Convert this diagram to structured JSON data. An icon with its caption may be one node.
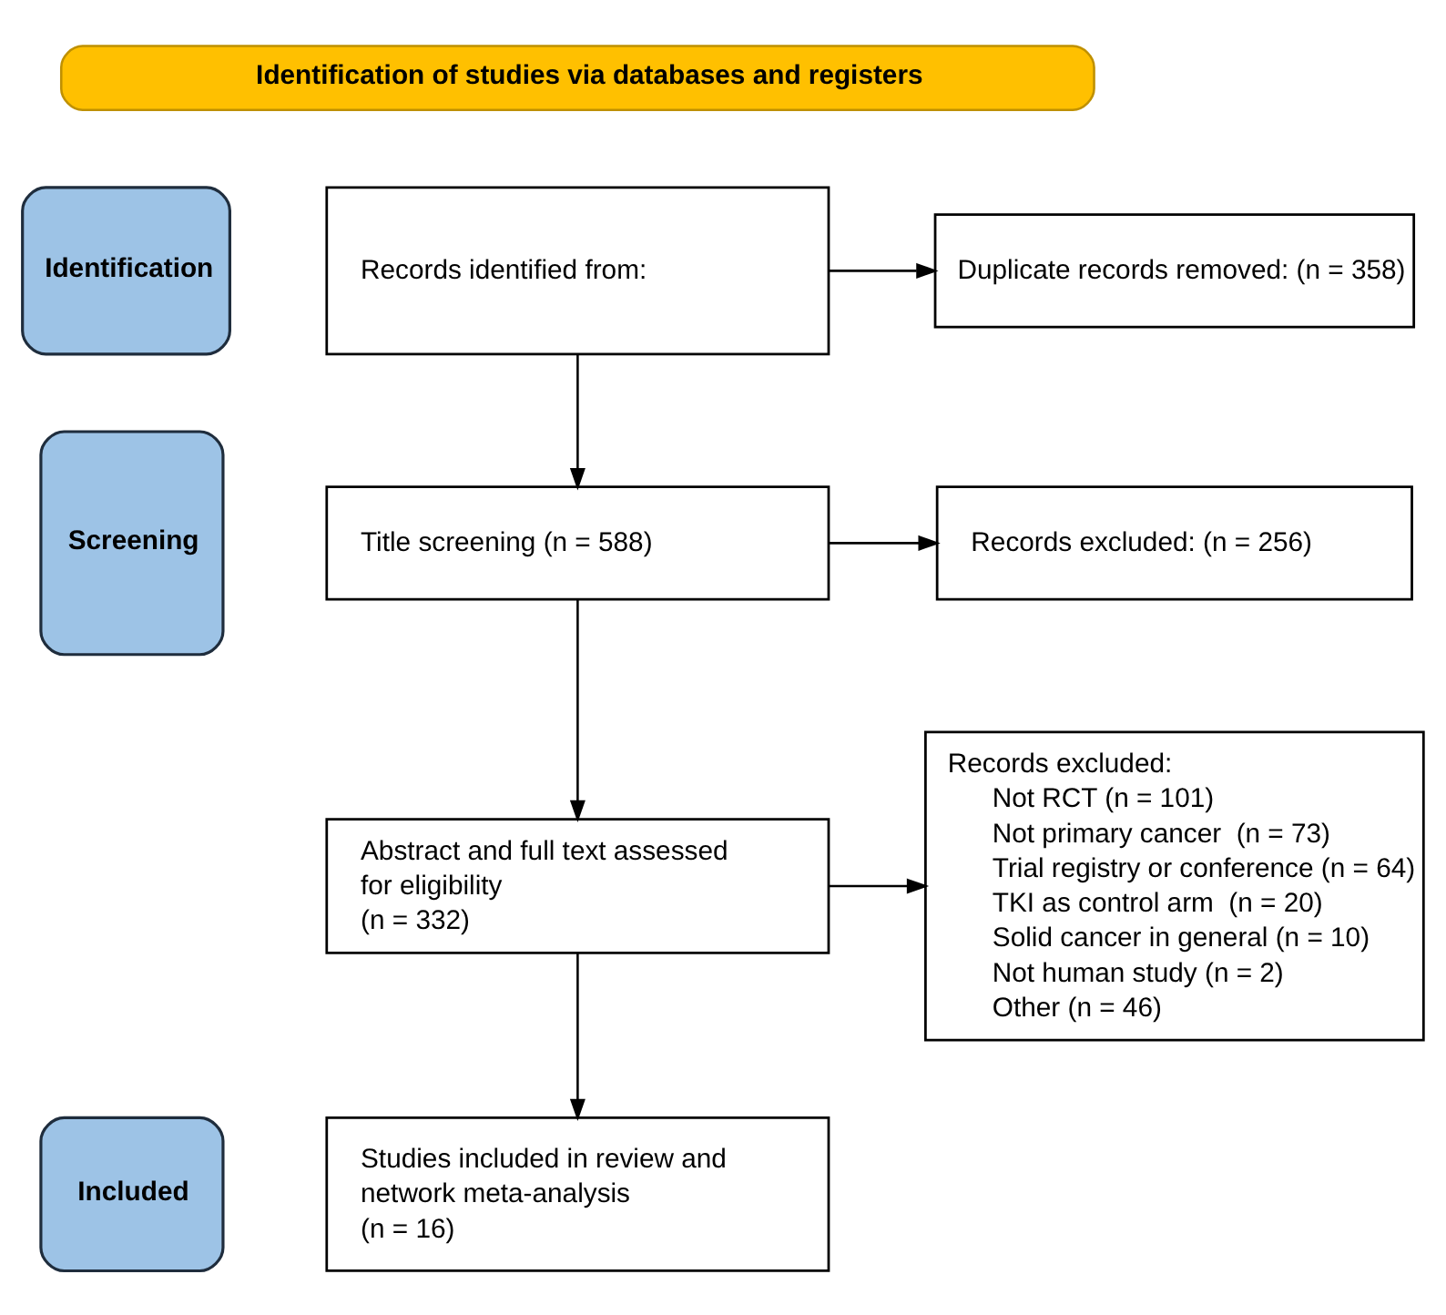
{
  "diagram": {
    "nodes": [
      {
        "text": [
          "Identification of studies via databases and registers"
        ]
      },
      {
        "text": [
          "Identification"
        ]
      },
      {
        "text": [
          "Records identified from:"
        ]
      },
      {
        "text": [
          "Duplicate records removed: (n = 358)"
        ]
      },
      {
        "text": [
          "Screening"
        ]
      },
      {
        "text": [
          "Title screening (n = 588)"
        ]
      },
      {
        "text": [
          "Records excluded: (n = 256)"
        ]
      },
      {
        "text": [
          "Abstract and full text assessed for eligibility",
          "(n = 332)"
        ]
      },
      {
        "text": [
          "Records excluded:",
          "Not RCT (n = 101)",
          "Not primary cancer  (n = 73)",
          "Trial registry or conference (n = 64)",
          "TKI as control arm  (n = 20)",
          "Solid cancer in general (n = 10)",
          "Not human study (n = 2)",
          "Other (n = 46)"
        ]
      },
      {
        "text": [
          "Included"
        ]
      },
      {
        "text": [
          "Studies included in review and network meta-analysis",
          "(n = 16)"
        ]
      }
    ],
    "edges": [
      {
        "from": 2,
        "to": 3,
        "arrow": "to"
      },
      {
        "from": 2,
        "to": 5,
        "arrow": "to"
      },
      {
        "from": 5,
        "to": 6,
        "arrow": "to"
      },
      {
        "from": 5,
        "to": 7,
        "arrow": "to"
      },
      {
        "from": 7,
        "to": 8,
        "arrow": "to"
      },
      {
        "from": 7,
        "to": 10,
        "arrow": "to"
      }
    ]
  }
}
